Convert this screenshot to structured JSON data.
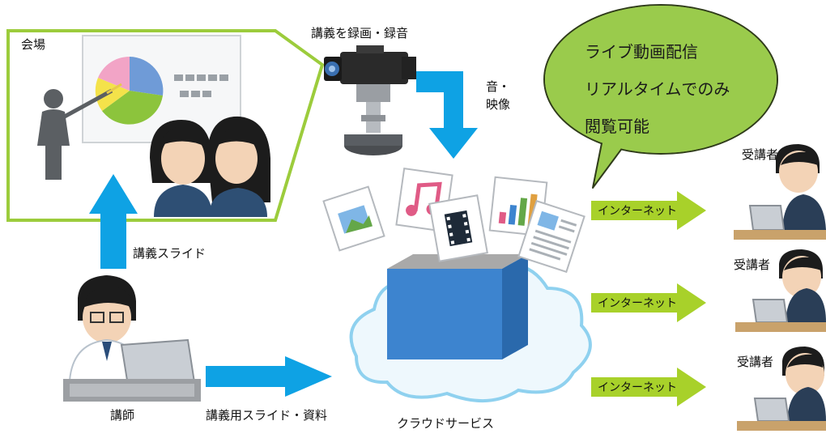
{
  "venue": {
    "label": "会場"
  },
  "camera": {
    "label": "講義を録画・録音"
  },
  "av_flow": {
    "line1": "音・",
    "line2": "映像"
  },
  "speech_bubble": {
    "line1": "ライブ動画配信",
    "line2": "リアルタイムでのみ",
    "line3": "閲覧可能"
  },
  "lecture_slides": {
    "label": "講義スライド"
  },
  "instructor": {
    "label": "講師"
  },
  "upload_flow": {
    "label": "講義用スライド・資料"
  },
  "cloud": {
    "label": "クラウドサービス"
  },
  "internet_arrows": [
    {
      "label": "インターネット"
    },
    {
      "label": "インターネット"
    },
    {
      "label": "インターネット"
    }
  ],
  "students": [
    {
      "label": "受講者"
    },
    {
      "label": "受講者"
    },
    {
      "label": "受講者"
    }
  ],
  "colors": {
    "frame_green": "#9ccc3c",
    "arrow_blue": "#0ea2e4",
    "arrow_green": "#a8d12a",
    "bubble_green": "#9acb4c",
    "box_blue": "#3d84cf"
  }
}
